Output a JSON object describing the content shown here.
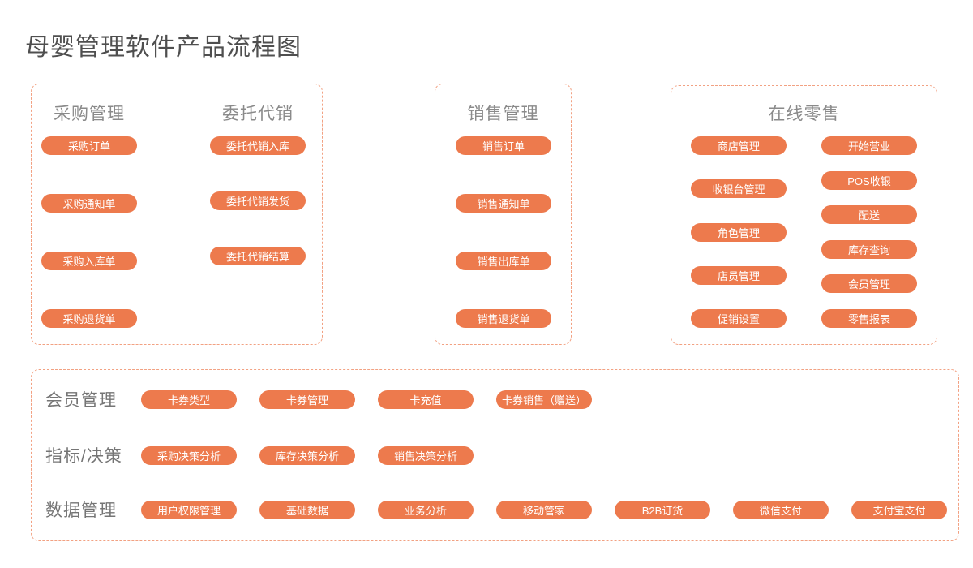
{
  "page": {
    "title": "母婴管理软件产品流程图",
    "colors": {
      "background": "#FFFFFF",
      "pill": "#ED7A4D",
      "pill_text": "#FFFFFF",
      "dashed_border": "#F2A182",
      "title_text": "#4F4F4F",
      "header_text": "#8A8A8A",
      "label_text": "#757575"
    }
  },
  "panels": {
    "purchase": {
      "columns": [
        {
          "header": "采购管理",
          "pills": [
            "采购订单",
            "采购通知单",
            "采购入库单",
            "采购退货单"
          ]
        },
        {
          "header": "委托代销",
          "pills": [
            "委托代销入库",
            "委托代销发货",
            "委托代销结算"
          ]
        }
      ]
    },
    "sales": {
      "header": "销售管理",
      "pills": [
        "销售订单",
        "销售通知单",
        "销售出库单",
        "销售退货单"
      ]
    },
    "retail": {
      "header": "在线零售",
      "left_pills": [
        "商店管理",
        "收银台管理",
        "角色管理",
        "店员管理",
        "促销设置"
      ],
      "right_pills": [
        "开始营业",
        "POS收银",
        "配送",
        "库存查询",
        "会员管理",
        "零售报表"
      ]
    },
    "bottom": {
      "rows": [
        {
          "label": "会员管理",
          "pills": [
            "卡券类型",
            "卡券管理",
            "卡充值",
            "卡券销售（赠送）"
          ]
        },
        {
          "label": "指标/决策",
          "pills": [
            "采购决策分析",
            "库存决策分析",
            "销售决策分析"
          ]
        },
        {
          "label": "数据管理",
          "pills": [
            "用户权限管理",
            "基础数据",
            "业务分析",
            "移动管家",
            "B2B订货",
            "微信支付",
            "支付宝支付"
          ]
        }
      ]
    }
  }
}
